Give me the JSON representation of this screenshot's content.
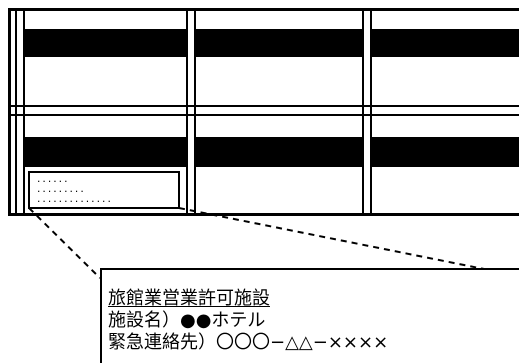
{
  "label": {
    "line1": "旅館業営業許可施設",
    "line2": "施設名）●●ホテル",
    "line3": "緊急連絡先）〇〇〇−△△−××××"
  },
  "sticker_dots": {
    "row1": "......",
    "row2": ".........",
    "row3": ".............."
  }
}
